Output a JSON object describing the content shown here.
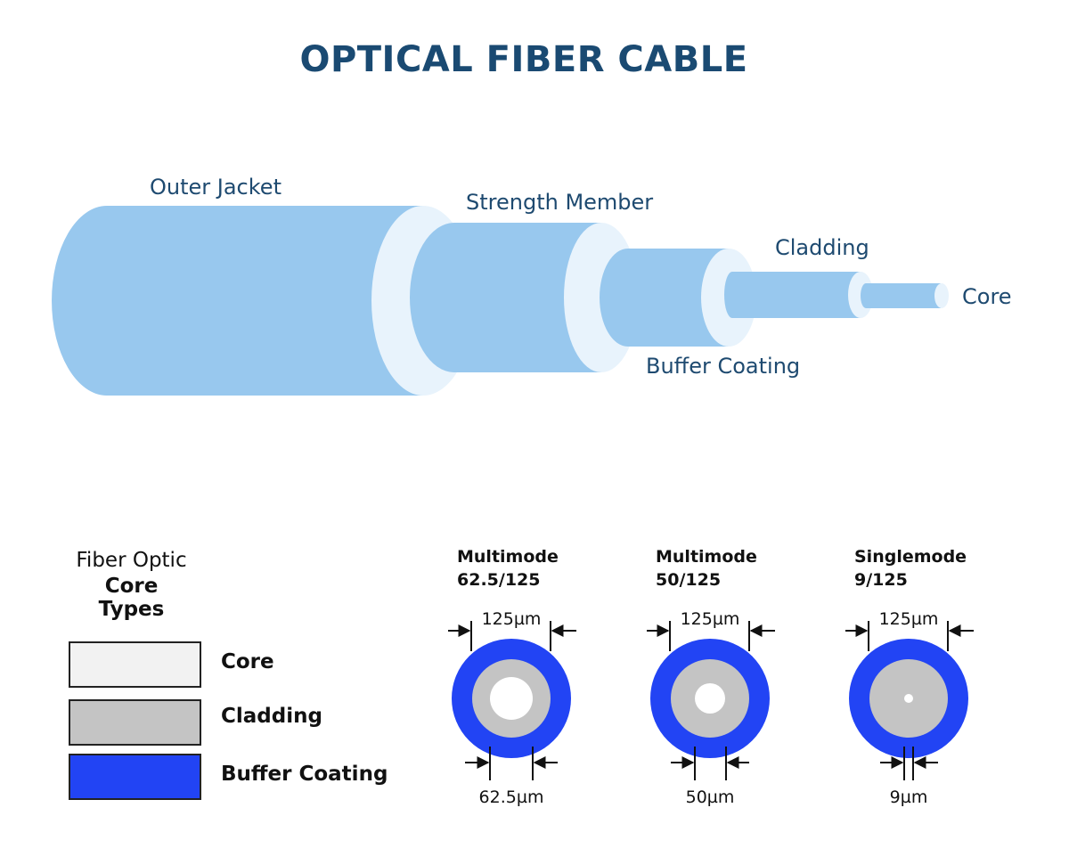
{
  "title": "OPTICAL FIBER CABLE",
  "cable": {
    "labels": {
      "outer_jacket": "Outer Jacket",
      "strength_member": "Strength Member",
      "cladding": "Cladding",
      "core": "Core",
      "buffer_coating": "Buffer Coating"
    },
    "colors": {
      "body": "#98c8ee",
      "ring": "#e8f3fc"
    }
  },
  "legend": {
    "heading_line1": "Fiber Optic",
    "heading_line2": "Core Types",
    "items": [
      {
        "label": "Core",
        "color": "#f2f2f2"
      },
      {
        "label": "Cladding",
        "color": "#c4c4c4"
      },
      {
        "label": "Buffer Coating",
        "color": "#2244f4"
      }
    ]
  },
  "fiber_types": [
    {
      "mode": "Multimode",
      "ratio": "62.5/125",
      "outer_dim": "125µm",
      "core_dim": "62.5µm"
    },
    {
      "mode": "Multimode",
      "ratio": "50/125",
      "outer_dim": "125µm",
      "core_dim": "50µm"
    },
    {
      "mode": "Singlemode",
      "ratio": "9/125",
      "outer_dim": "125µm",
      "core_dim": "9µm"
    }
  ]
}
